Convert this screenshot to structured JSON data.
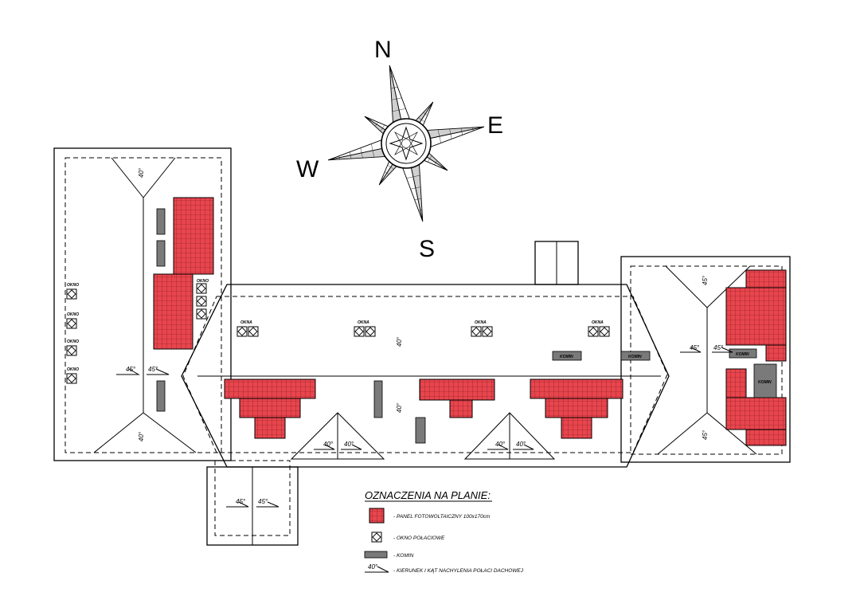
{
  "compass": {
    "north": "N",
    "east": "E",
    "south": "S",
    "west": "W"
  },
  "labels": {
    "window": "OKNO",
    "window_alt": "OKNA",
    "chimney": "KOMIN"
  },
  "slopes": {
    "s40": "40°",
    "s45": "45°"
  },
  "legend": {
    "title": "OZNACZENIA NA PLANIE:",
    "items": [
      {
        "text": "- PANEL FOTOWOLTAICZNY 100x170cm"
      },
      {
        "text": "- OKNO POŁACIOWE"
      },
      {
        "text": "- KOMIN"
      },
      {
        "text": "- KIERUNEK I KĄT NACHYLENIA POŁACI DACHOWEJ"
      }
    ]
  },
  "colors": {
    "panel_fill": "#e8454d",
    "panel_grid": "#7a1a1f",
    "chimney_fill": "#7a7a7a",
    "line": "#000000"
  }
}
